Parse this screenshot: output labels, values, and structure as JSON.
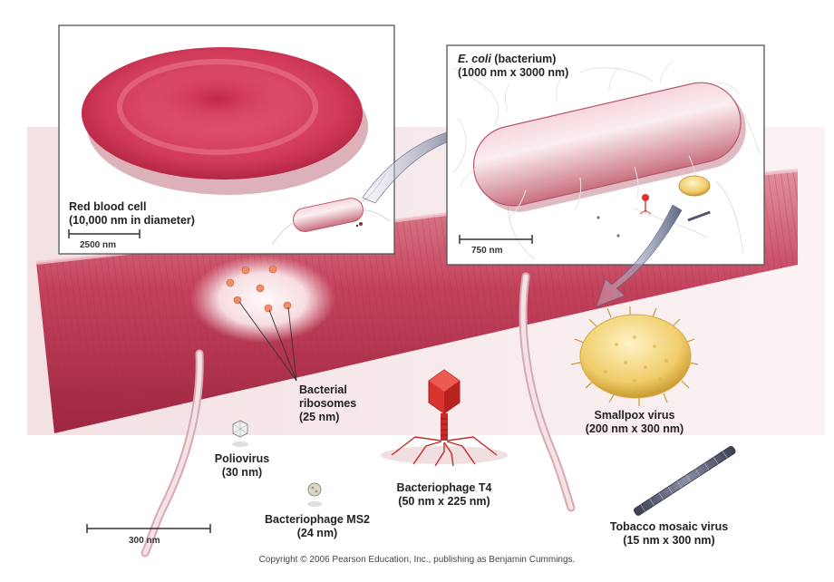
{
  "panels": {
    "rbc": {
      "name": "Red blood cell",
      "size": "(10,000 nm in diameter)",
      "scale": "2500 nm"
    },
    "ecoli": {
      "name_italic": "E. coli",
      "name_rest": " (bacterium)",
      "size": "(1000 nm x 3000 nm)",
      "scale": "750 nm"
    }
  },
  "labels": {
    "ribosomes": {
      "line1": "Bacterial",
      "line2": "ribosomes",
      "line3": "(25 nm)"
    },
    "poliovirus": {
      "line1": "Poliovirus",
      "line2": "(30 nm)"
    },
    "ms2": {
      "line1": "Bacteriophage MS2",
      "line2": "(24 nm)"
    },
    "t4": {
      "line1": "Bacteriophage T4",
      "line2": "(50 nm x 225 nm)"
    },
    "smallpox": {
      "line1": "Smallpox virus",
      "line2": "(200 nm x 300 nm)"
    },
    "tmv": {
      "line1": "Tobacco mosaic virus",
      "line2": "(15 nm x 300 nm)"
    }
  },
  "main_scale": "300 nm",
  "copyright": "Copyright © 2006 Pearson Education, Inc., publishing as Benjamin Cummings.",
  "colors": {
    "cell_red": "#d03a58",
    "cell_pink": "#ecc6cc",
    "smallpox_yellow": "#f0cd6a",
    "phage_red": "#d9342f",
    "arrow_gray": "#6a7390"
  }
}
